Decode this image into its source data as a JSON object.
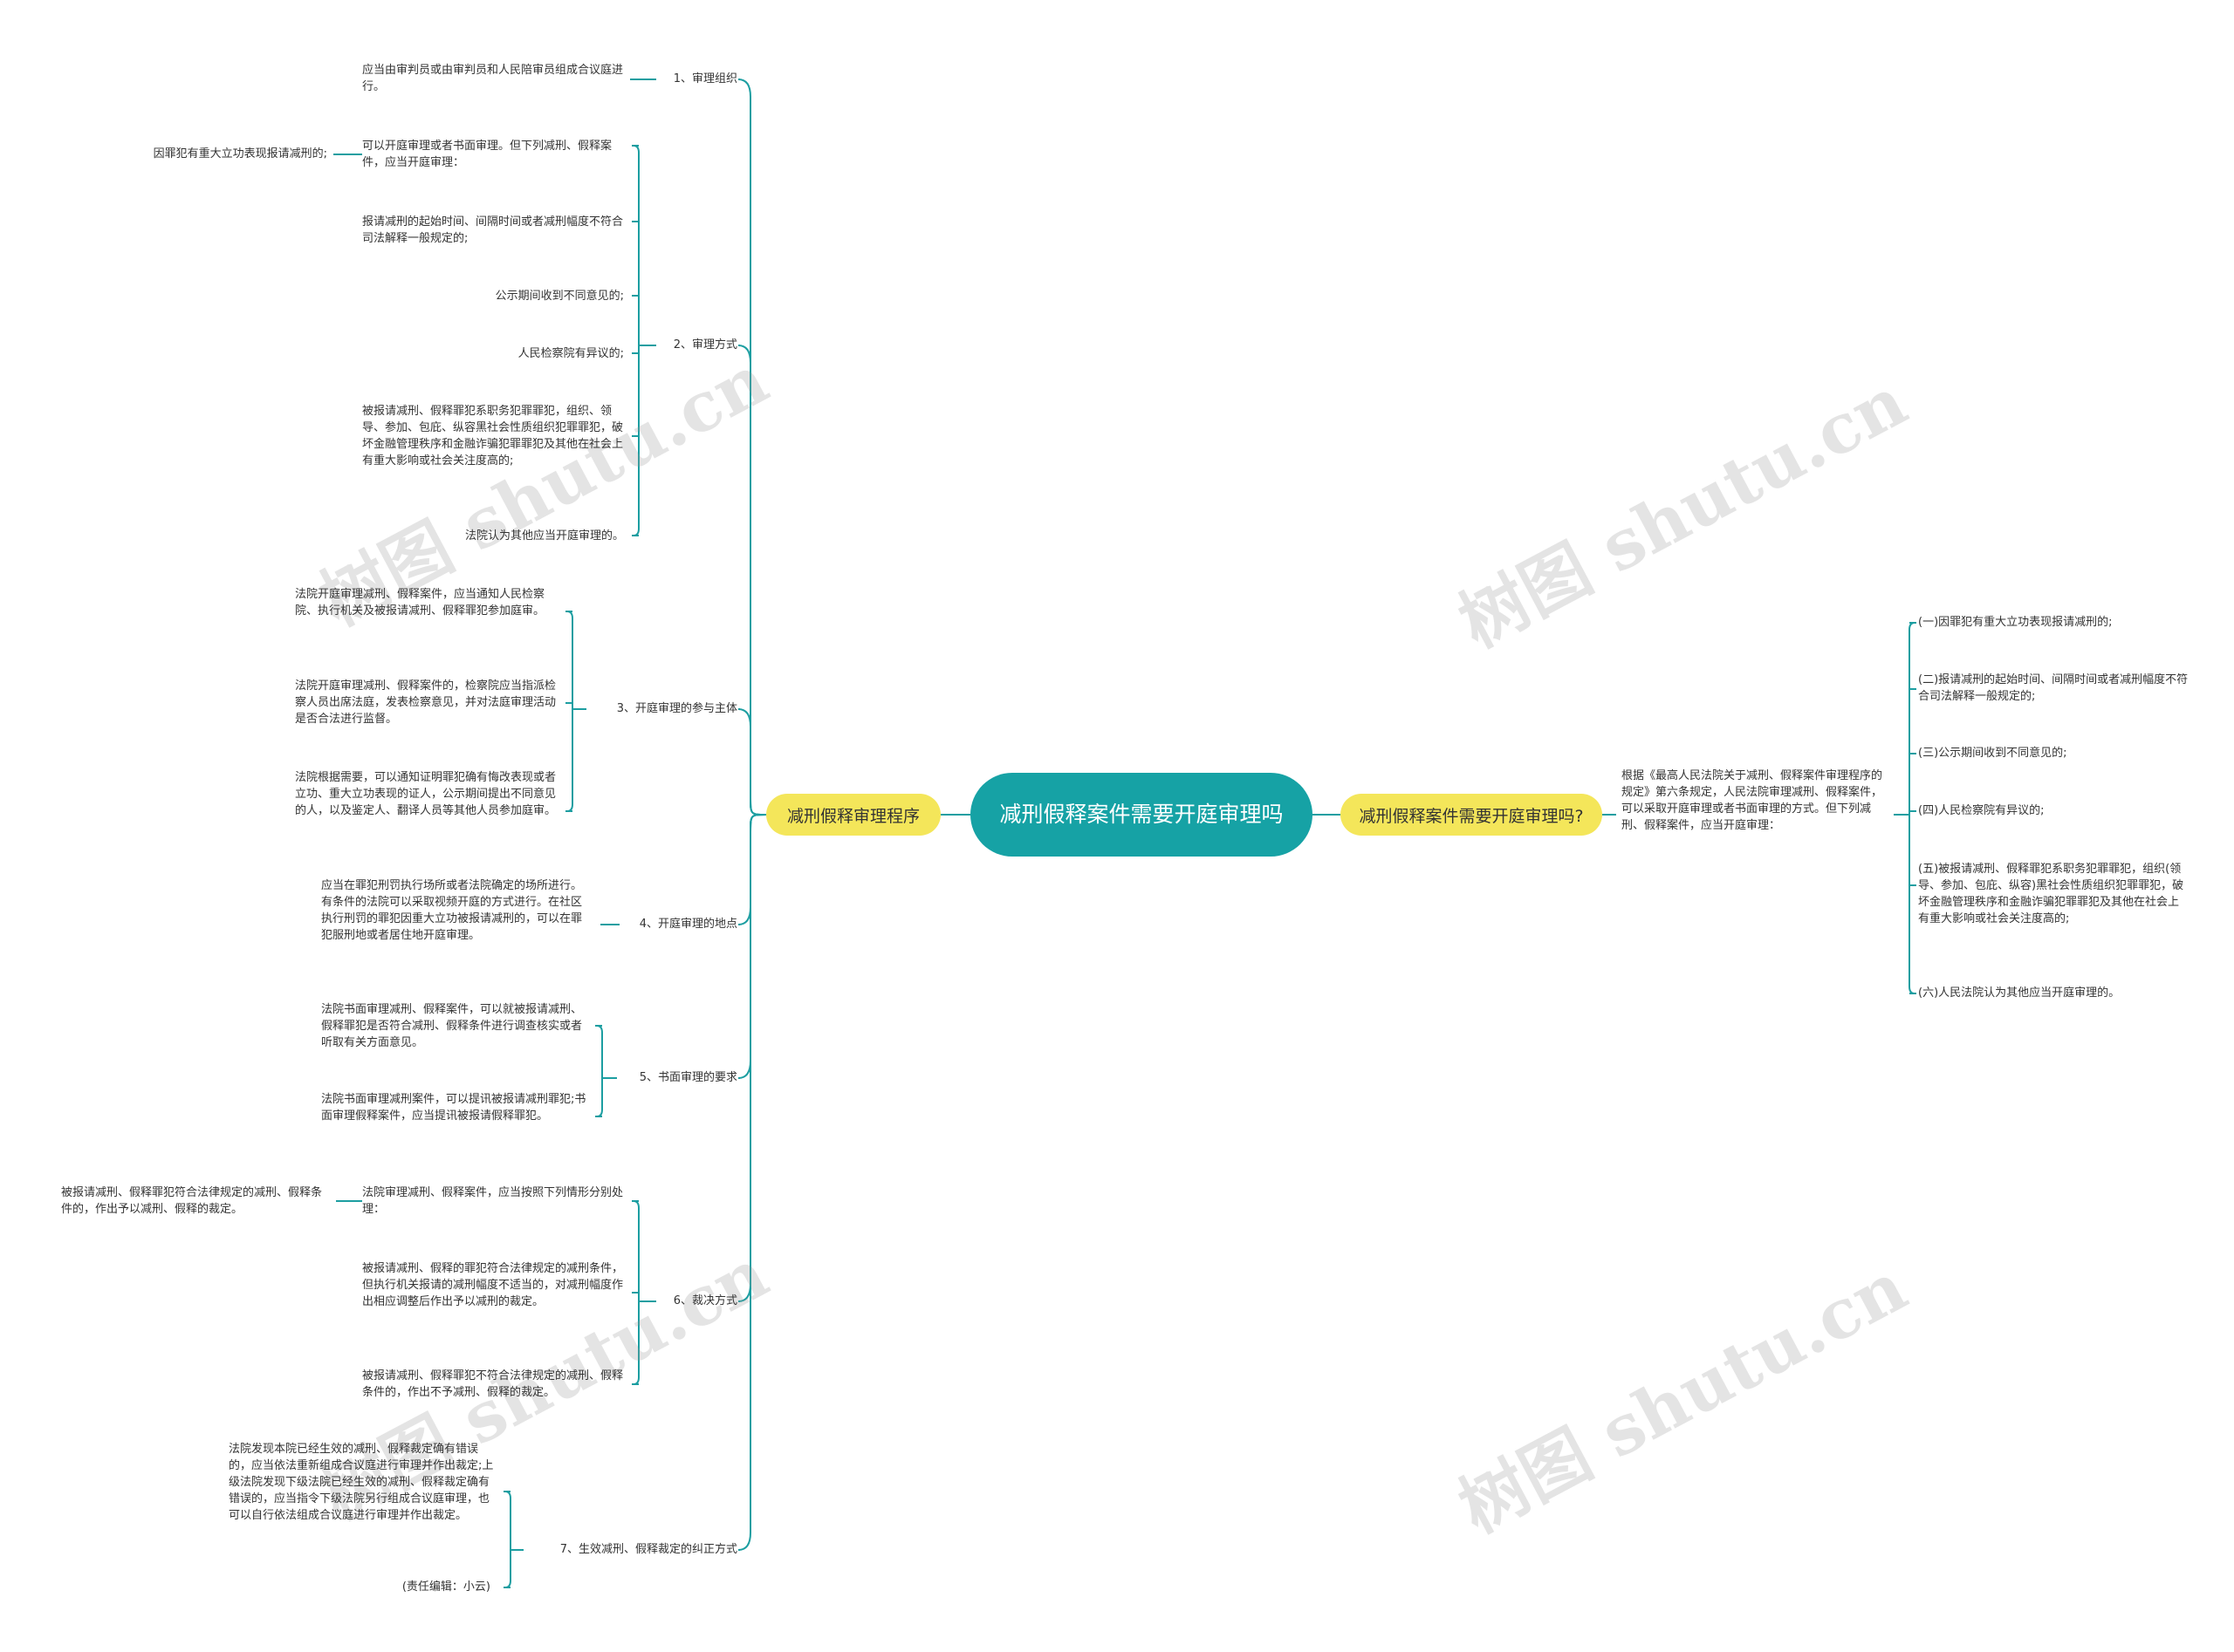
{
  "colors": {
    "line": "#1c9ea1",
    "root_bg": "#16a2a5",
    "hub_bg": "#f4e65a",
    "text": "#333333"
  },
  "root": {
    "label": "减刑假释案件需要开庭审理吗"
  },
  "left_hub": {
    "label": "减刑假释审理程序"
  },
  "right_hub": {
    "label": "减刑假释案件需要开庭审理吗?"
  },
  "left_branches": [
    {
      "label": "1、审理组织",
      "children": [
        {
          "text": "应当由审判员或由审判员和人民陪审员组成合议庭进行。"
        }
      ]
    },
    {
      "label": "2、审理方式",
      "children": [
        {
          "text": "可以开庭审理或者书面审理。但下列减刑、假释案件，应当开庭审理：",
          "children": [
            {
              "text": "因罪犯有重大立功表现报请减刑的;"
            }
          ]
        },
        {
          "text": "报请减刑的起始时间、间隔时间或者减刑幅度不符合司法解释一般规定的;"
        },
        {
          "text": "公示期间收到不同意见的;"
        },
        {
          "text": "人民检察院有异议的;"
        },
        {
          "text": "被报请减刑、假释罪犯系职务犯罪罪犯，组织、领导、参加、包庇、纵容黑社会性质组织犯罪罪犯，破坏金融管理秩序和金融诈骗犯罪罪犯及其他在社会上有重大影响或社会关注度高的;"
        },
        {
          "text": "法院认为其他应当开庭审理的。"
        }
      ]
    },
    {
      "label": "3、开庭审理的参与主体",
      "children": [
        {
          "text": "法院开庭审理减刑、假释案件，应当通知人民检察院、执行机关及被报请减刑、假释罪犯参加庭审。"
        },
        {
          "text": "法院开庭审理减刑、假释案件的，检察院应当指派检察人员出席法庭，发表检察意见，并对法庭审理活动是否合法进行监督。"
        },
        {
          "text": "法院根据需要，可以通知证明罪犯确有悔改表现或者立功、重大立功表现的证人，公示期间提出不同意见的人，以及鉴定人、翻译人员等其他人员参加庭审。"
        }
      ]
    },
    {
      "label": "4、开庭审理的地点",
      "children": [
        {
          "text": "应当在罪犯刑罚执行场所或者法院确定的场所进行。有条件的法院可以采取视频开庭的方式进行。在社区执行刑罚的罪犯因重大立功被报请减刑的，可以在罪犯服刑地或者居住地开庭审理。"
        }
      ]
    },
    {
      "label": "5、书面审理的要求",
      "children": [
        {
          "text": "法院书面审理减刑、假释案件，可以就被报请减刑、假释罪犯是否符合减刑、假释条件进行调查核实或者听取有关方面意见。"
        },
        {
          "text": "法院书面审理减刑案件，可以提讯被报请减刑罪犯;书面审理假释案件，应当提讯被报请假释罪犯。"
        }
      ]
    },
    {
      "label": "6、裁决方式",
      "children": [
        {
          "text": "法院审理减刑、假释案件，应当按照下列情形分别处理：",
          "children": [
            {
              "text": "被报请减刑、假释罪犯符合法律规定的减刑、假释条件的，作出予以减刑、假释的裁定。"
            }
          ]
        },
        {
          "text": "被报请减刑、假释的罪犯符合法律规定的减刑条件，但执行机关报请的减刑幅度不适当的，对减刑幅度作出相应调整后作出予以减刑的裁定。"
        },
        {
          "text": "被报请减刑、假释罪犯不符合法律规定的减刑、假释条件的，作出不予减刑、假释的裁定。"
        }
      ]
    },
    {
      "label": "7、生效减刑、假释裁定的纠正方式",
      "children": [
        {
          "text": "法院发现本院已经生效的减刑、假释裁定确有错误的，应当依法重新组成合议庭进行审理并作出裁定;上级法院发现下级法院已经生效的减刑、假释裁定确有错误的，应当指令下级法院另行组成合议庭审理，也可以自行依法组成合议庭进行审理并作出裁定。"
        },
        {
          "text": "(责任编辑：小云)"
        }
      ]
    }
  ],
  "right_branch": {
    "text": "根据《最高人民法院关于减刑、假释案件审理程序的规定》第六条规定，人民法院审理减刑、假释案件，可以采取开庭审理或者书面审理的方式。但下列减刑、假释案件，应当开庭审理：",
    "children": [
      {
        "text": "(一)因罪犯有重大立功表现报请减刑的;"
      },
      {
        "text": "(二)报请减刑的起始时间、间隔时间或者减刑幅度不符合司法解释一般规定的;"
      },
      {
        "text": "(三)公示期间收到不同意见的;"
      },
      {
        "text": "(四)人民检察院有异议的;"
      },
      {
        "text": "(五)被报请减刑、假释罪犯系职务犯罪罪犯，组织(领导、参加、包庇、纵容)黑社会性质组织犯罪罪犯，破坏金融管理秩序和金融诈骗犯罪罪犯及其他在社会上有重大影响或社会关注度高的;"
      },
      {
        "text": "(六)人民法院认为其他应当开庭审理的。"
      }
    ]
  },
  "watermark": "树图 shutu.cn"
}
